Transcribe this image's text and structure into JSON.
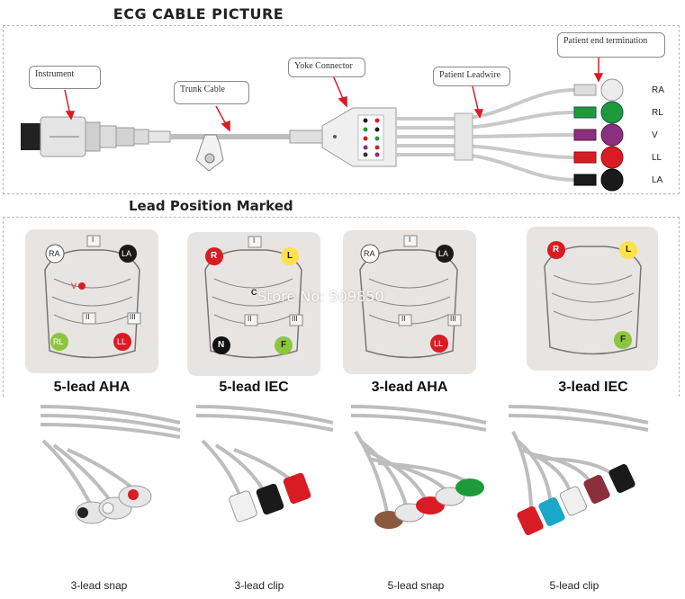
{
  "header": {
    "title": "ECG CABLE PICTURE"
  },
  "callouts": {
    "instrument": "Instrument",
    "trunk_cable": "Trunk Cable",
    "yoke_connector": "Yoke Connector",
    "patient_leadwire": "Patient Leadwire",
    "patient_end": "Patient end termination"
  },
  "lead_tags": [
    "RA",
    "RL",
    "V",
    "LL",
    "LA"
  ],
  "colors": {
    "RA": "#e9e9e9",
    "RL": "#1f9a3a",
    "V": "#8b2f82",
    "LL": "#d91c24",
    "LA": "#1a1a1a",
    "N": "#111111",
    "F": "#8cc63f",
    "L": "#ffe14d",
    "R": "#d91c24"
  },
  "section2": {
    "title": "Lead Position Marked"
  },
  "diagrams": [
    {
      "caption": "5-lead AHA",
      "labels": [
        "RA",
        "LA",
        "V",
        "RL",
        "LL",
        "I",
        "II",
        "III"
      ]
    },
    {
      "caption": "5-lead IEC",
      "labels": [
        "R",
        "L",
        "C",
        "N",
        "F",
        "I",
        "II",
        "III"
      ]
    },
    {
      "caption": "3-lead AHA",
      "labels": [
        "RA",
        "LA",
        "LL",
        "I",
        "II",
        "III"
      ]
    },
    {
      "caption": "3-lead IEC",
      "labels": [
        "R",
        "L",
        "F"
      ]
    }
  ],
  "watermark": "Store No: 509850",
  "photos": [
    {
      "label": "3-lead snap"
    },
    {
      "label": "3-lead clip"
    },
    {
      "label": "5-lead snap"
    },
    {
      "label": "5-lead clip"
    }
  ]
}
